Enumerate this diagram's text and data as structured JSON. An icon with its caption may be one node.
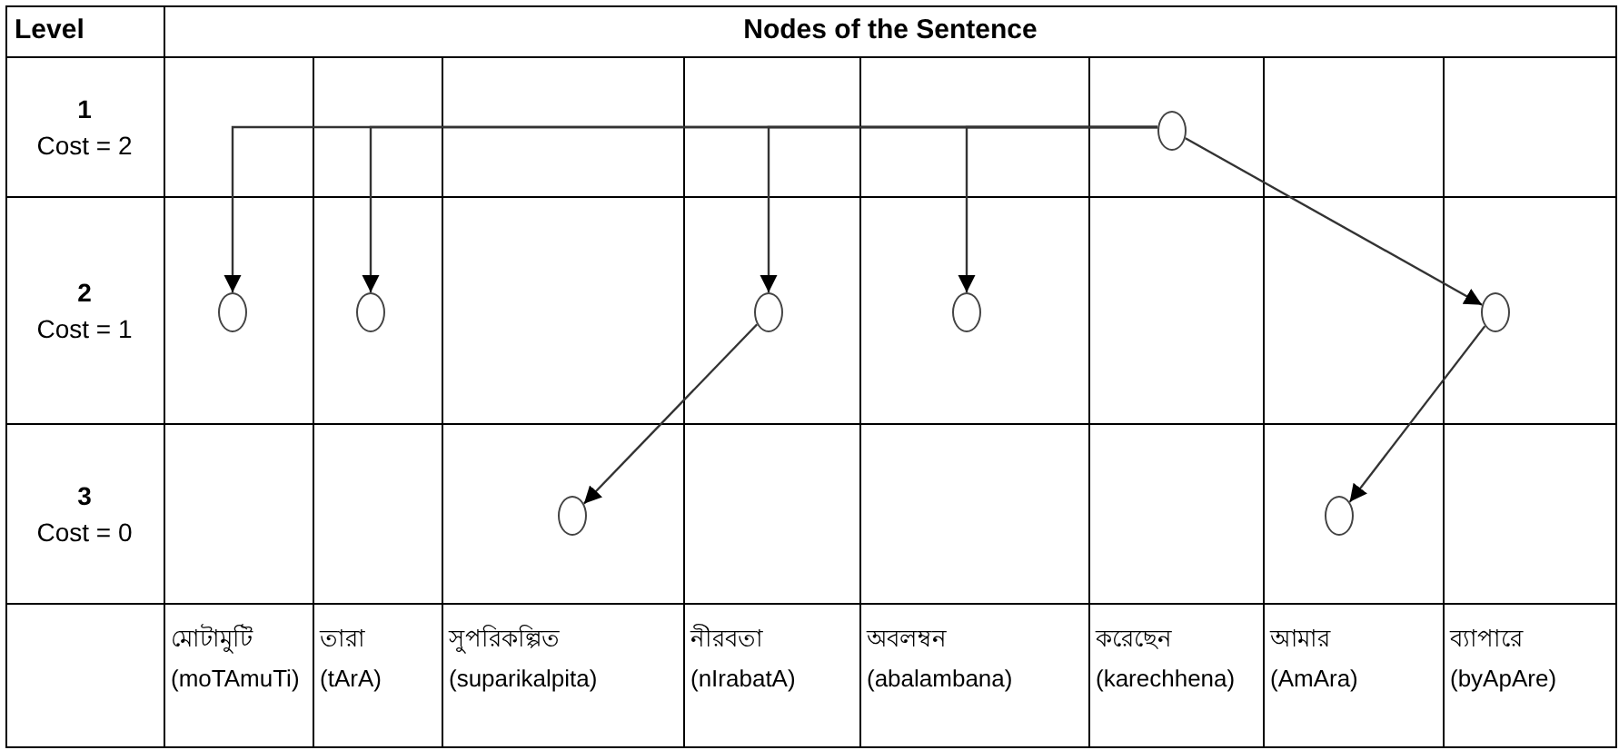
{
  "diagram": {
    "title": "Nodes of the Sentence",
    "nodes": [
      {
        "text": [],
        "shape": "circle"
      },
      {
        "text": [],
        "shape": "circle"
      },
      {
        "text": [],
        "shape": "circle"
      },
      {
        "text": [],
        "shape": "circle"
      },
      {
        "text": [],
        "shape": "circle"
      },
      {
        "text": [],
        "shape": "circle"
      },
      {
        "text": [],
        "shape": "circle"
      },
      {
        "text": [],
        "shape": "circle"
      }
    ],
    "edges": [
      {
        "from": 0,
        "to": 1,
        "arrow": "to"
      },
      {
        "from": 0,
        "to": 2,
        "arrow": "to"
      },
      {
        "from": 0,
        "to": 3,
        "arrow": "to"
      },
      {
        "from": 0,
        "to": 4,
        "arrow": "to"
      },
      {
        "from": 0,
        "to": 5,
        "arrow": "to"
      },
      {
        "from": 3,
        "to": 6,
        "arrow": "to"
      },
      {
        "from": 5,
        "to": 7,
        "arrow": "to"
      }
    ],
    "labels": [
      "Level",
      "1",
      "Cost = 2",
      "2",
      "Cost = 1",
      "3",
      "Cost = 0",
      "মোটামুটি",
      "(moTAmuTi)",
      "তারা",
      "(tArA)",
      "সুপরিকল্পিত",
      "(suparikalpita)",
      "নীরবতা",
      "(nIrabatA)",
      "অবলম্বন",
      "(abalambana)",
      "করেছেন",
      "(karechhena)",
      "আমার",
      "(AmAra)",
      "ব্যাপারে",
      "(byApAre)"
    ]
  }
}
